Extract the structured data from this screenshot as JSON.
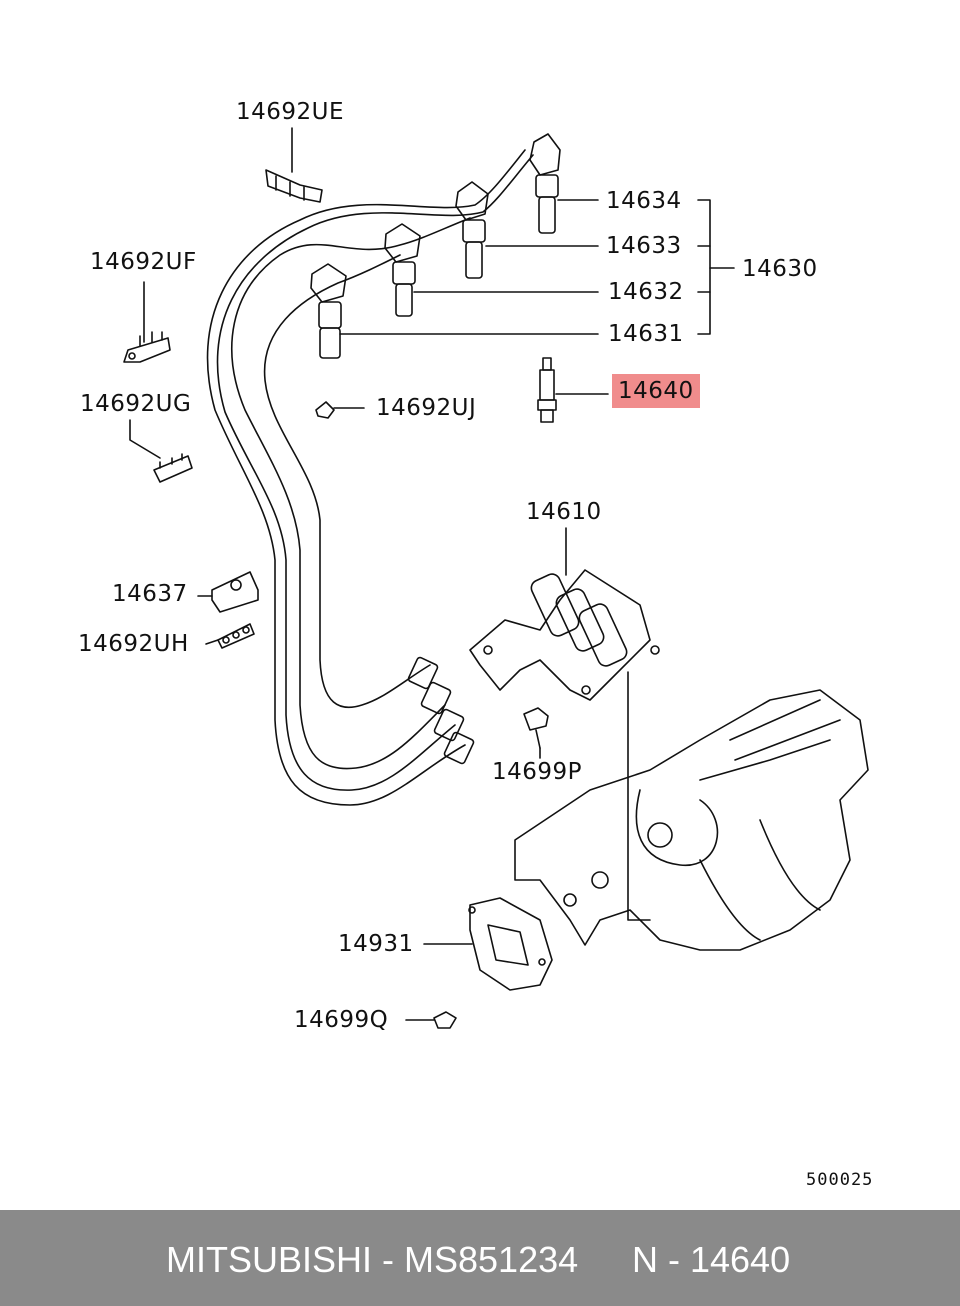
{
  "diagram": {
    "labels": {
      "l14692UE": "14692UE",
      "l14692UF": "14692UF",
      "l14692UG": "14692UG",
      "l14692UJ": "14692UJ",
      "l14634": "14634",
      "l14633": "14633",
      "l14632": "14632",
      "l14631": "14631",
      "l14630": "14630",
      "l14640": "14640",
      "l14610": "14610",
      "l14637": "14637",
      "l14692UH": "14692UH",
      "l14699P": "14699P",
      "l14931": "14931",
      "l14699Q": "14699Q"
    },
    "figure_number": "500025",
    "highlight_color": "#f08c8c"
  },
  "footer": {
    "brand_part": "MITSUBISHI - MS851234",
    "ref": "N - 14640",
    "background": "#8a8a8a"
  }
}
